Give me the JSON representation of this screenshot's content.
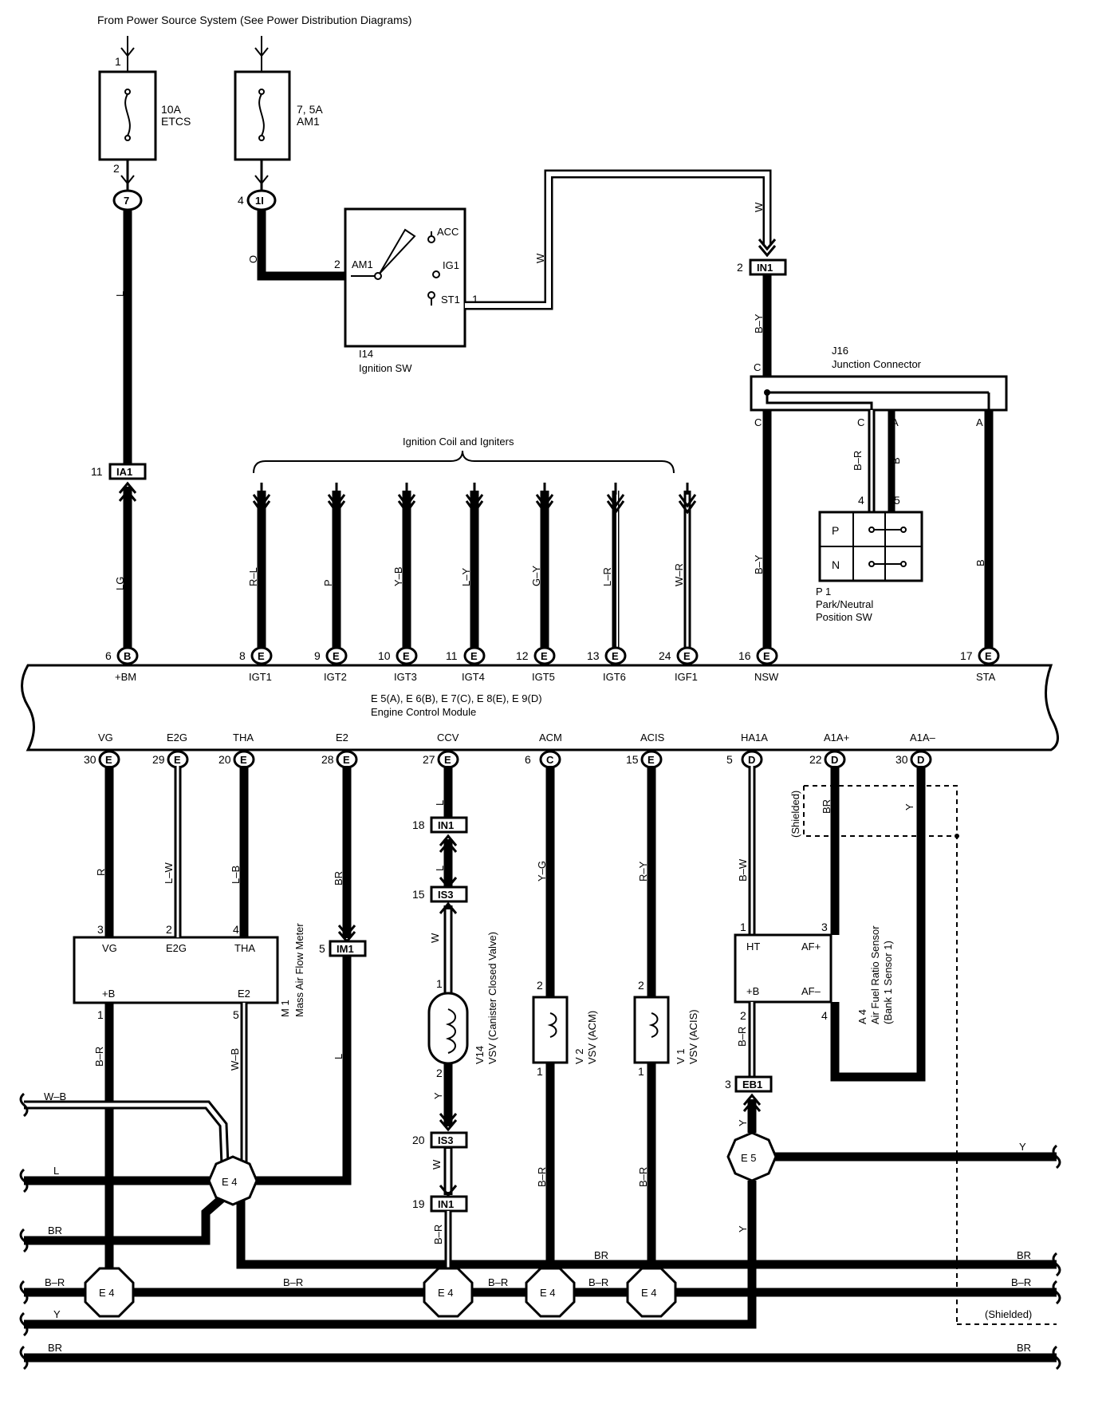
{
  "power_source_title": "From Power Source System (See Power Distribution Diagrams)",
  "fuses": [
    {
      "rating": "10A",
      "name": "ETCS",
      "pin_in": "1",
      "pin_out": "2"
    },
    {
      "rating": "7, 5A",
      "name": "AM1",
      "pin_in": "",
      "pin_out": ""
    }
  ],
  "connector_tags": {
    "jb7": "7",
    "jb1i": "1I",
    "jb1i_pin": "4",
    "ia1": "IA1",
    "ia1_pin": "11",
    "in1_top": "IN1",
    "in1_top_pin": "2",
    "im1": "IM1",
    "im1_pin": "5",
    "in1_a": "IN1",
    "in1_a_pin": "18",
    "is3_a": "IS3",
    "is3_a_pin": "15",
    "is3_b": "IS3",
    "is3_b_pin": "20",
    "in1_b": "IN1",
    "in1_b_pin": "19",
    "eb1": "EB1",
    "eb1_pin": "3"
  },
  "ignition_switch": {
    "id": "I14",
    "name": "Ignition SW",
    "terminals": [
      "AM1",
      "ACC",
      "IG1",
      "ST1"
    ],
    "pin_am1": "2",
    "pin_st1": "1"
  },
  "junction_connector": {
    "id": "J16",
    "name": "Junction Connector",
    "pins": [
      "C",
      "C",
      "C",
      "A",
      "A"
    ]
  },
  "pn_switch": {
    "id": "P 1",
    "name_line1": "Park/Neutral",
    "name_line2": "Position SW",
    "positions": [
      "P",
      "N"
    ],
    "pin4": "4",
    "pin5": "5"
  },
  "ignition_coils_label": "Ignition Coil and Igniters",
  "wire_colors": {
    "l": "L",
    "o": "O",
    "w": "W",
    "by": "B–Y",
    "br": "B–R",
    "b": "B",
    "lg": "LG",
    "rl": "R–L",
    "p": "P",
    "yb": "Y–B",
    "ly": "L–Y",
    "gy": "G–Y",
    "lr": "L–R",
    "wr": "W–R",
    "r": "R",
    "lw": "L–W",
    "lb": "L–B",
    "brn": "BR",
    "yg": "Y–G",
    "ry": "R–Y",
    "bw": "B–W",
    "y": "Y",
    "wb": "W–B"
  },
  "ecm": {
    "line1": "E 5(A), E 6(B), E 7(C), E 8(E), E 9(D)",
    "line2": "Engine Control Module",
    "top_terminals": [
      {
        "pin": "6",
        "conn": "B",
        "name": "+BM"
      },
      {
        "pin": "8",
        "conn": "E",
        "name": "IGT1"
      },
      {
        "pin": "9",
        "conn": "E",
        "name": "IGT2"
      },
      {
        "pin": "10",
        "conn": "E",
        "name": "IGT3"
      },
      {
        "pin": "11",
        "conn": "E",
        "name": "IGT4"
      },
      {
        "pin": "12",
        "conn": "E",
        "name": "IGT5"
      },
      {
        "pin": "13",
        "conn": "E",
        "name": "IGT6"
      },
      {
        "pin": "24",
        "conn": "E",
        "name": "IGF1"
      },
      {
        "pin": "16",
        "conn": "E",
        "name": "NSW"
      },
      {
        "pin": "17",
        "conn": "E",
        "name": "STA"
      }
    ],
    "bottom_terminals": [
      {
        "pin": "30",
        "conn": "E",
        "name": "VG"
      },
      {
        "pin": "29",
        "conn": "E",
        "name": "E2G"
      },
      {
        "pin": "20",
        "conn": "E",
        "name": "THA"
      },
      {
        "pin": "28",
        "conn": "E",
        "name": "E2"
      },
      {
        "pin": "27",
        "conn": "E",
        "name": "CCV"
      },
      {
        "pin": "6",
        "conn": "C",
        "name": "ACM"
      },
      {
        "pin": "15",
        "conn": "E",
        "name": "ACIS"
      },
      {
        "pin": "5",
        "conn": "D",
        "name": "HA1A"
      },
      {
        "pin": "22",
        "conn": "D",
        "name": "A1A+"
      },
      {
        "pin": "30",
        "conn": "D",
        "name": "A1A–"
      }
    ]
  },
  "maf": {
    "id": "M 1",
    "name": "Mass Air Flow Meter",
    "terms_top": [
      "VG",
      "E2G",
      "THA"
    ],
    "terms_bottom": [
      "+B",
      "E2"
    ],
    "pins_top": [
      "3",
      "2",
      "4"
    ],
    "pins_bottom": [
      "1",
      "5"
    ]
  },
  "vsv_ccv": {
    "id": "V14",
    "name": "VSV (Canister Closed Valve)",
    "pin1": "1",
    "pin2": "2"
  },
  "vsv_acm": {
    "id": "V 2",
    "name": "VSV (ACM)",
    "pin1": "1",
    "pin2": "2"
  },
  "vsv_acis": {
    "id": "V 1",
    "name": "VSV (ACIS)",
    "pin1": "1",
    "pin2": "2"
  },
  "af_sensor": {
    "id": "A 4",
    "name_line1": "Air Fuel Ratio Sensor",
    "name_line2": "(Bank 1 Sensor 1)",
    "terms": [
      "HT",
      "AF+",
      "+B",
      "AF–"
    ],
    "pins": [
      "1",
      "3",
      "2",
      "4"
    ]
  },
  "shielded_label": "(Shielded)",
  "splices": {
    "e4": "E 4",
    "e5": "E 5"
  }
}
